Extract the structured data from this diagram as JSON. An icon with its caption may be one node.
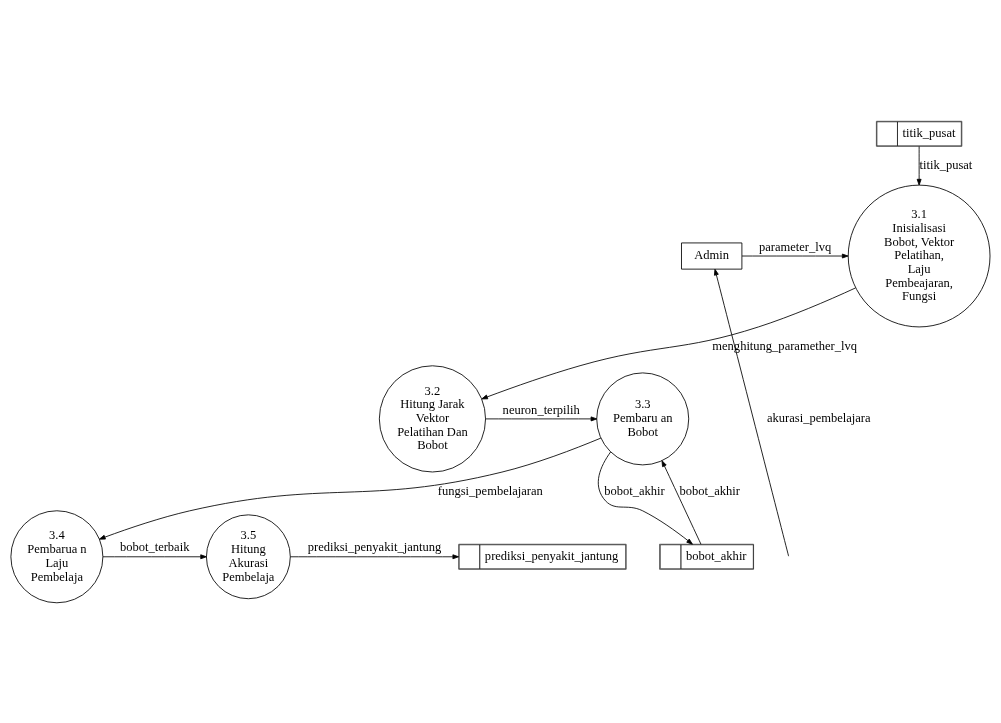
{
  "diagram": {
    "nodes": [
      {
        "text": [
          "titik_pusat"
        ]
      },
      {
        "text": [
          "Admin"
        ]
      },
      {
        "text": [
          "3.1",
          "Inisialisasi Bobot, Vektor Pelatihan, Laju Pembeajaran, Fungsi"
        ]
      },
      {
        "text": [
          "3.2",
          "Hitung Jarak Vektor Pelatihan Dan Bobot"
        ]
      },
      {
        "text": [
          "3.3",
          "Pembaru an Bobot"
        ]
      },
      {
        "text": [
          "bobot_akhir"
        ]
      },
      {
        "text": [
          "prediksi_penyakit_jantung"
        ]
      },
      {
        "text": [
          "3.4",
          "Pembarua n Laju Pembelaja"
        ]
      },
      {
        "text": [
          "3.5",
          "Hitung Akurasi Pembelaja"
        ]
      }
    ],
    "edges": [
      {
        "from": 0,
        "to": 2,
        "arrow": "to",
        "label": "titik_pusat"
      },
      {
        "from": 1,
        "to": 2,
        "arrow": "to",
        "label": "parameter_lvq"
      },
      {
        "from": 2,
        "to": 3,
        "arrow": "to",
        "label": "menghitung_paramether_lvq"
      },
      {
        "from": 3,
        "to": 4,
        "arrow": "to",
        "label": "neuron_terpilih"
      },
      {
        "from": 4,
        "to": 5,
        "arrow": "to",
        "label": "bobot_akhir"
      },
      {
        "from": 5,
        "to": 4,
        "arrow": "to",
        "label": "bobot_akhir"
      },
      {
        "from": 4,
        "to": 7,
        "arrow": "to",
        "label": "fungsi_pembelajaran"
      },
      {
        "from": 7,
        "to": 8,
        "arrow": "to",
        "label": "bobot_terbaik"
      },
      {
        "from": 8,
        "to": 6,
        "arrow": "to",
        "label": "prediksi_penyakit_jantung"
      },
      {
        "from": null,
        "to": 1,
        "arrow": "to",
        "label": "akurasi_pembelajara"
      }
    ]
  }
}
